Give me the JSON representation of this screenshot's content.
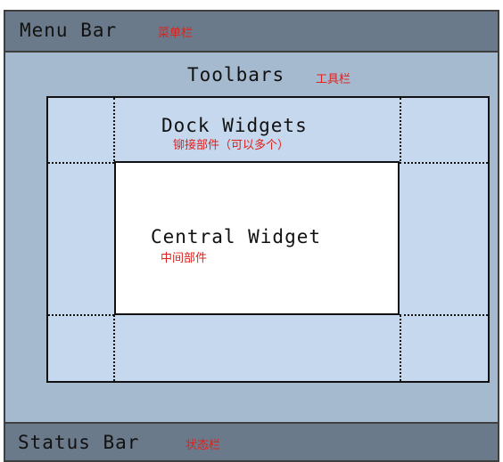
{
  "menu_bar": {
    "label": "Menu Bar",
    "zh": "菜单栏"
  },
  "toolbars": {
    "label": "Toolbars",
    "zh": "工具栏"
  },
  "dock_widgets": {
    "label": "Dock Widgets",
    "zh": "铆接部件（可以多个）"
  },
  "central_widget": {
    "label": "Central Widget",
    "zh": "中间部件"
  },
  "status_bar": {
    "label": "Status Bar",
    "zh": "状态栏"
  },
  "colors": {
    "bar_fill": "#6b7a8a",
    "window_fill": "#a5b9cf",
    "dock_fill": "#c6d8ee",
    "central_fill": "#ffffff",
    "annotation_red": "#e0201c"
  }
}
